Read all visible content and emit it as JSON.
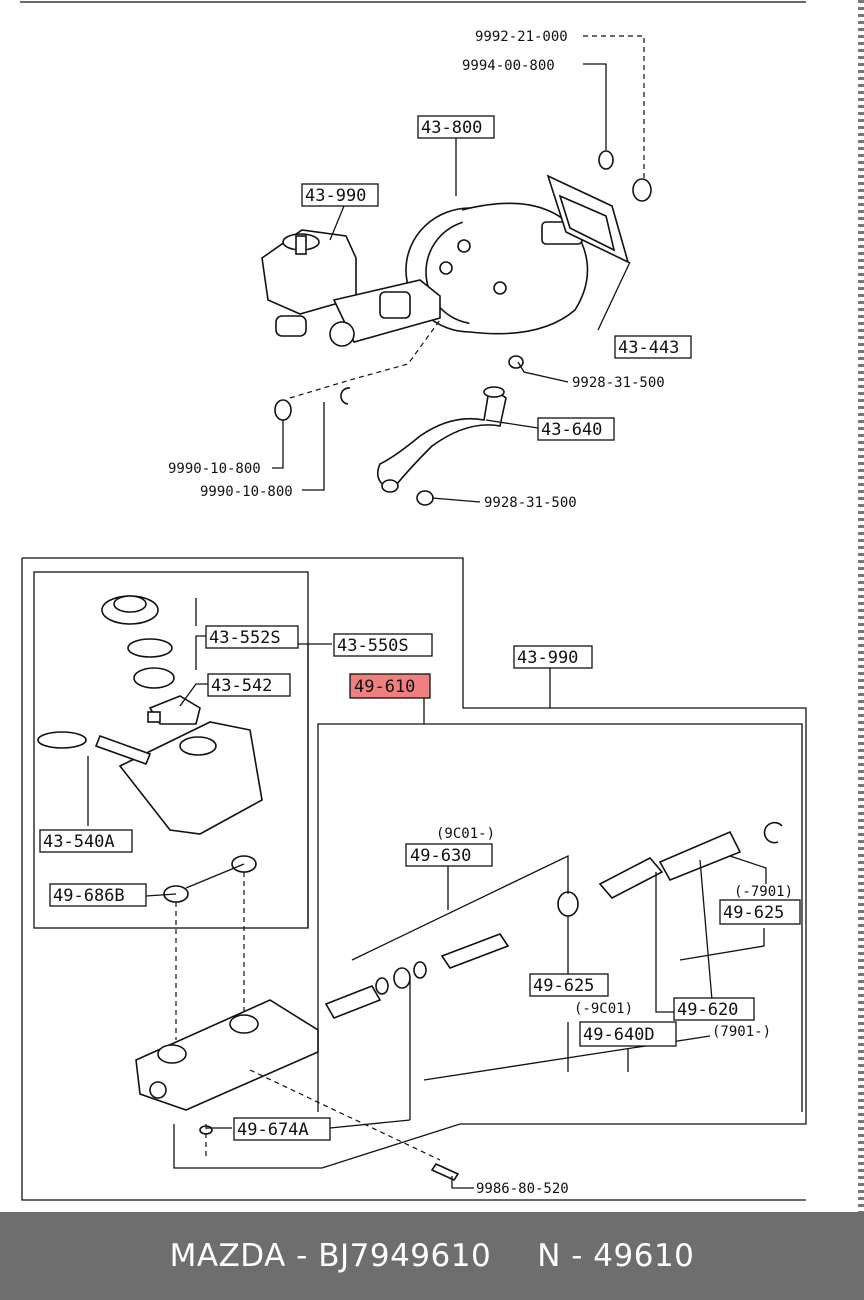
{
  "colors": {
    "highlight": "#f08080",
    "footer_bg": "#6e6e6e",
    "footer_text": "#ffffff"
  },
  "callouts": {
    "p_9992_21_000": "9992-21-000",
    "p_9994_00_800": "9994-00-800",
    "p_43_800": "43-800",
    "p_43_990_top": "43-990",
    "p_43_443": "43-443",
    "p_9928_31_500_a": "9928-31-500",
    "p_43_640": "43-640",
    "p_9990_10_800_a": "9990-10-800",
    "p_9990_10_800_b": "9990-10-800",
    "p_9928_31_500_b": "9928-31-500",
    "p_43_552s": "43-552S",
    "p_43_550s": "43-550S",
    "p_43_990_bottom": "43-990",
    "p_49_610": "49-610",
    "p_43_542": "43-542",
    "p_43_540a": "43-540A",
    "p_49_686b": "49-686B",
    "p_9c01_note_a": "(9C01-)",
    "p_49_630": "49-630",
    "p_7901_note_a": "(-7901)",
    "p_49_625_right": "49-625",
    "p_49_625_mid": "49-625",
    "p_9c01_note_b": "(-9C01)",
    "p_49_620": "49-620",
    "p_7901_note_b": "(7901-)",
    "p_49_640d": "49-640D",
    "p_49_674a": "49-674A",
    "p_9986_80_520": "9986-80-520"
  },
  "footer": {
    "brand_part": "MAZDA - BJ7949610",
    "alt_part": "N - 49610"
  }
}
